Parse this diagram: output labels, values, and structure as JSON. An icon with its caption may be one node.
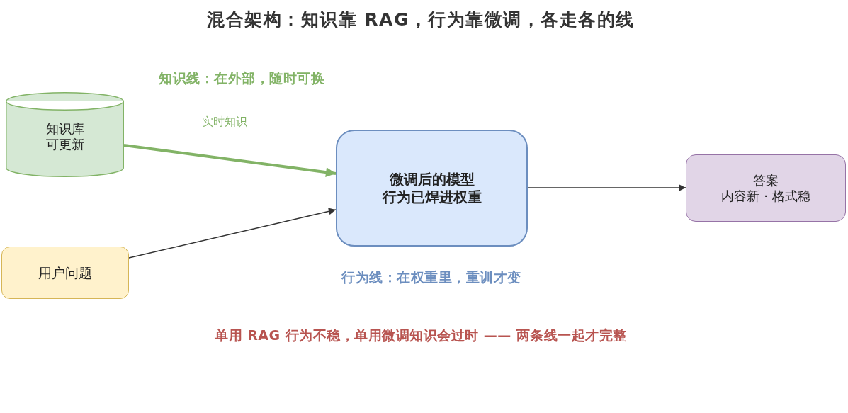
{
  "diagram": {
    "title": "混合架构：知识靠 RAG，行为靠微调，各走各的线",
    "nodes": [
      {
        "text": [
          "知识库",
          "可更新"
        ]
      },
      {
        "text": [
          "用户问题"
        ]
      },
      {
        "text": [
          "微调后的模型",
          "行为已焊进权重"
        ]
      },
      {
        "text": [
          "答案",
          "内容新 · 格式稳"
        ]
      }
    ],
    "edges": [
      {
        "from": 0,
        "to": 2,
        "arrow": "to",
        "label": "实时知识",
        "style": "thick",
        "color": "#82b366"
      },
      {
        "from": 1,
        "to": 2,
        "arrow": "to"
      },
      {
        "from": 2,
        "to": 3,
        "arrow": "to"
      }
    ],
    "labels": [
      "知识线：在外部，随时可换",
      "行为线：在权重里，重训才变",
      "单用 RAG 行为不稳，单用微调知识会过时 —— 两条线一起才完整"
    ]
  }
}
